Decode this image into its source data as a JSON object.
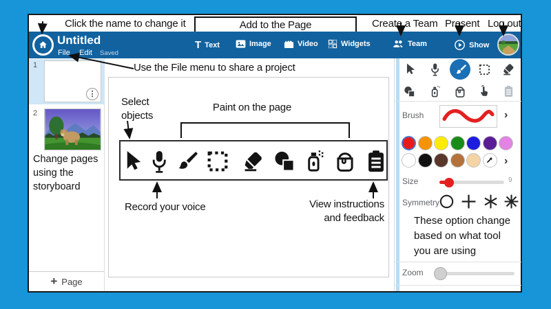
{
  "colors": {
    "frame": "#1795d8",
    "header": "#12629f",
    "accent_red": "#e32020",
    "selected_page_bg": "#cfe7f7",
    "tool_selected_bg": "#1b6fb5",
    "palette_row1": [
      "#e81b1b",
      "#f59300",
      "#ffec00",
      "#188c18",
      "#1d1de0",
      "#5a1d96",
      "#e383e3"
    ],
    "palette_row2": [
      "#ffffff",
      "#111111",
      "#59372a",
      "#b5713a",
      "#f4d4a4"
    ]
  },
  "annotations": {
    "click_name": "Click the name to change it",
    "add_to_page": "Add to the Page",
    "create_team": "Create a Team",
    "present": "Present",
    "log_out": "Log out",
    "file_menu": "Use the File menu to share a project",
    "select_line1": "Select",
    "select_line2": "objects",
    "paint_on_page": "Paint on the page",
    "record_voice": "Record your voice",
    "view_line1": "View instructions",
    "view_line2": "and feedback",
    "change_pages_line1": "Change pages",
    "change_pages_line2": "using the",
    "change_pages_line3": "storyboard",
    "options_line1": "These option change",
    "options_line2": "based on what tool",
    "options_line3": "you are using"
  },
  "header": {
    "title": "Untitled",
    "menu_file": "File",
    "menu_edit": "Edit",
    "saved": "Saved",
    "btn_text": "Text",
    "btn_text_glyph": "T",
    "btn_image": "Image",
    "btn_video": "Video",
    "btn_widgets": "Widgets",
    "btn_team": "Team",
    "btn_show": "Show"
  },
  "storyboard": {
    "page1_number": "1",
    "page2_number": "2",
    "page_menu_glyph": "⋮",
    "add_page_plus": "+",
    "add_page_label": "Page"
  },
  "main_toolbar_tools": [
    "select",
    "record-voice",
    "paint-brush",
    "select-region",
    "eraser",
    "shapes",
    "spray-paint",
    "paint-fill",
    "instructions"
  ],
  "panel": {
    "tools_row1": [
      "select",
      "record-voice",
      "paint-brush",
      "select-region",
      "eraser"
    ],
    "tools_row2": [
      "shapes",
      "spray-paint",
      "paint-fill",
      "gesture",
      "instructions"
    ],
    "selected_tool": "paint-brush",
    "selected_color": "#e81b1b",
    "brush_label": "Brush",
    "size_label": "Size",
    "size_value": "9",
    "symmetry_label": "Symmetry",
    "zoom_label": "Zoom",
    "more_chevron": "›"
  }
}
